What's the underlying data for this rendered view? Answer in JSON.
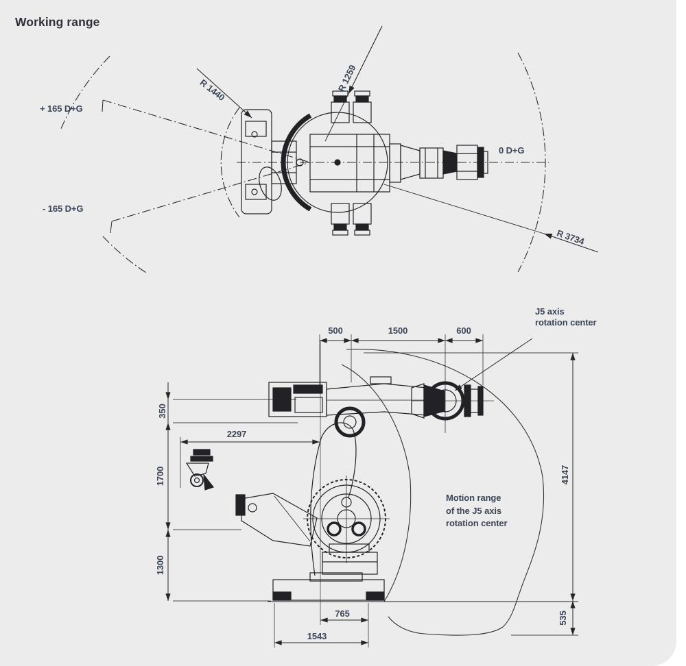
{
  "page": {
    "title": "Working range",
    "colors": {
      "background": "#ececec",
      "line": "#26262a",
      "text": "#3c4657"
    }
  },
  "top_view": {
    "labels": {
      "plus_limit": "+ 165 D+G",
      "minus_limit": "- 165 D+G",
      "zero_line": "0 D+G",
      "radius_inner": "R 1440",
      "radius_wrist": "R 1259",
      "radius_outer": "R 3734"
    }
  },
  "side_view": {
    "dims": {
      "top_left": "500",
      "top_mid": "1500",
      "top_right": "600",
      "reach_back": "2297",
      "shoulder_offset": "350",
      "mid_height": "1700",
      "base_height": "1300",
      "total_height": "4147",
      "below_base": "535",
      "base_front": "765",
      "base_total": "1543"
    },
    "labels": {
      "j5_line1": "J5 axis",
      "j5_line2": "rotation center",
      "motion_line1": "Motion range",
      "motion_line2": "of the J5 axis",
      "motion_line3": "rotation center"
    }
  }
}
